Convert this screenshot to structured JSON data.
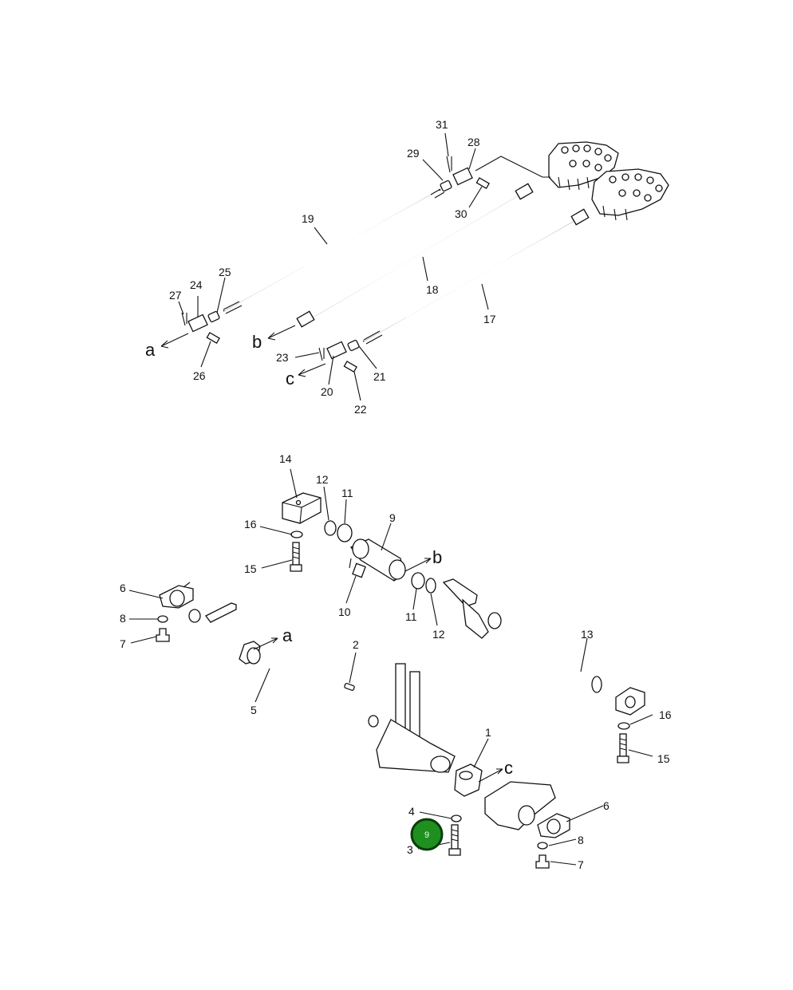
{
  "colors": {
    "ink": "#111111",
    "background": "#ffffff",
    "hotspot": "#1f8f1f",
    "hotspot_ring": "#0b3d0b"
  },
  "labels": {
    "n1": "1",
    "n2": "2",
    "n3": "3",
    "n4": "4",
    "n5": "5",
    "n6a": "6",
    "n6b": "6",
    "n7a": "7",
    "n7b": "7",
    "n8a": "8",
    "n8b": "8",
    "n9": "9",
    "n10": "10",
    "n11a": "11",
    "n11b": "11",
    "n12a": "12",
    "n12b": "12",
    "n13": "13",
    "n14": "14",
    "n15a": "15",
    "n15b": "15",
    "n16a": "16",
    "n16b": "16",
    "n17": "17",
    "n18": "18",
    "n19": "19",
    "n20": "20",
    "n21": "21",
    "n22": "22",
    "n23": "23",
    "n24": "24",
    "n25": "25",
    "n26": "26",
    "n27": "27",
    "n28": "28",
    "n29": "29",
    "n30": "30",
    "n31": "31",
    "ref_a_top": "a",
    "ref_b_top": "b",
    "ref_c_top": "c",
    "ref_a_bottom": "a",
    "ref_b_bottom": "b",
    "ref_c_bottom": "c"
  },
  "hotspot": {
    "label": "9"
  }
}
